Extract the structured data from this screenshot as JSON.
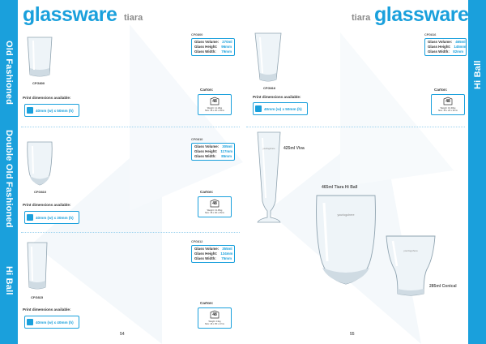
{
  "left_page": {
    "title": "glassware",
    "subtitle": "tiara",
    "page_number": "54",
    "sections": [
      "Old Fashioned",
      "Double Old Fashioned",
      "Hi Ball"
    ],
    "products": [
      {
        "code": "CFG800",
        "spec_code": "CFG800",
        "volume_label": "Glass Volume:",
        "volume": "270ml",
        "height_label": "Glass Height:",
        "height": "96mm",
        "width_label": "Glass Width:",
        "width": "79mm",
        "carton_label": "Carton:",
        "carton_qty": "48",
        "carton_weight": "Weight: 11.10kg",
        "carton_size": "Size: 35 x 26 x 25cm",
        "print_label": "Print dimensions available:",
        "print_dims": "40mm (w) x 50mm (h)"
      },
      {
        "code": "CFG810",
        "spec_code": "CFG810",
        "volume_label": "Glass Volume:",
        "volume": "305ml",
        "height_label": "Glass Height:",
        "height": "117mm",
        "width_label": "Glass Width:",
        "width": "85mm",
        "carton_label": "Carton:",
        "carton_qty": "48",
        "carton_weight": "Weight: 13.45kg",
        "carton_size": "Size: 35 x 36 x 25cm",
        "print_label": "Print dimensions available:",
        "print_dims": "40mm (w) x 30mm (h)"
      },
      {
        "code": "CFG815",
        "spec_code": "CFG812",
        "volume_label": "Glass Volume:",
        "volume": "355ml",
        "height_label": "Glass Height:",
        "height": "134mm",
        "width_label": "Glass Width:",
        "width": "75mm",
        "carton_label": "Carton:",
        "carton_qty": "48",
        "carton_weight": "Weight: 13kg",
        "carton_size": "Size: 46 x 35 x 17cm",
        "print_label": "Print dimensions available:",
        "print_dims": "40mm (w) x 40mm (h)"
      }
    ]
  },
  "right_page": {
    "subtitle": "tiara",
    "title": "glassware",
    "page_number": "55",
    "section": "Hi Ball",
    "product": {
      "code": "CFG816",
      "spec_code": "CFG816",
      "volume_label": "Glass Volume:",
      "volume": "465ml",
      "height_label": "Glass Height:",
      "height": "145mm",
      "width_label": "Glass Width:",
      "width": "82mm",
      "carton_label": "Carton:",
      "carton_qty": "48",
      "carton_weight": "Weight: 16.40kg",
      "carton_size": "Size: 35 x 26 x 31cm",
      "print_label": "Print dimensions available:",
      "print_dims": "40mm (w) x 50mm (h)"
    },
    "featured": [
      {
        "label": "425ml Viva",
        "print": "yourlogohere"
      },
      {
        "label": "465ml Tiara Hi Ball",
        "print": "yourlogohere"
      },
      {
        "label": "285ml Conical",
        "print": "yourlogohere"
      }
    ]
  },
  "colors": {
    "accent": "#1aa0dc",
    "text": "#222222",
    "muted": "#8a8a8a"
  }
}
